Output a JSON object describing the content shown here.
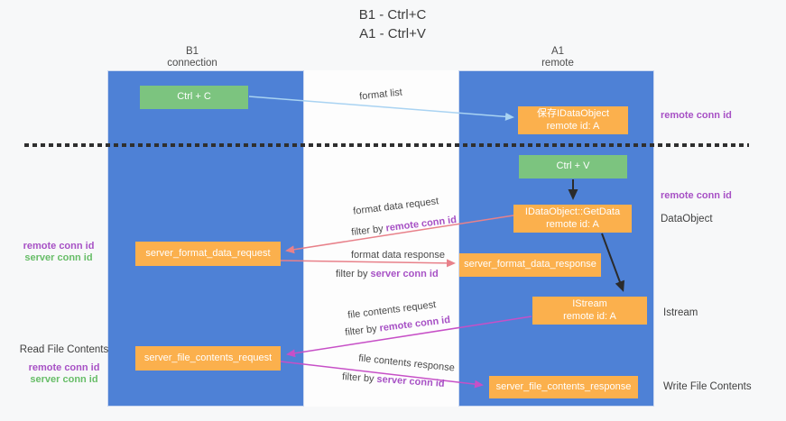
{
  "title": {
    "line1": "B1 - Ctrl+C",
    "line2": "A1 - Ctrl+V"
  },
  "columns": {
    "left": {
      "name": "B1",
      "role": "connection"
    },
    "right": {
      "name": "A1",
      "role": "remote"
    }
  },
  "nodes": {
    "ctrl_c": {
      "label": "Ctrl + C"
    },
    "stored_dataobject": {
      "line1": "保存IDataObject",
      "line2": "remote id: A"
    },
    "ctrl_v": {
      "label": "Ctrl + V"
    },
    "getdata": {
      "line1": "IDataObject::GetData",
      "line2": "remote id: A"
    },
    "format_request": {
      "label": "server_format_data_request"
    },
    "format_response": {
      "label": "server_format_data_response"
    },
    "istream": {
      "line1": "IStream",
      "line2": "remote id: A"
    },
    "file_request": {
      "label": "server_file_contents_request"
    },
    "file_response": {
      "label": "server_file_contents_response"
    }
  },
  "edges": {
    "format_list": "format list",
    "format_data_request": "format data request",
    "format_data_response": "format data response",
    "file_contents_request": "file contents request",
    "file_contents_response": "file contents response",
    "filter_by": "filter by",
    "remote_conn_id": "remote conn id",
    "server_conn_id": "server conn id"
  },
  "annotations": {
    "right_remote_conn_id_top": "remote conn id",
    "right_remote_conn_id_mid": "remote conn id",
    "dataobject": "DataObject",
    "istream": "Istream",
    "write_file_contents": "Write File Contents",
    "left_remote_conn_id_top": "remote conn id",
    "left_server_conn_id_top": "server conn id",
    "read_file_contents": "Read File Contents",
    "left_remote_conn_id_bottom": "remote conn id",
    "left_server_conn_id_bottom": "server conn id"
  },
  "colors": {
    "lifeline_blue": "#4e81d6",
    "action_green": "#7cc47f",
    "message_orange": "#fbb04d",
    "arrow_blue": "#a9d3f2",
    "arrow_red": "#e8818a",
    "arrow_magenta": "#c750c7",
    "arrow_black": "#2b2b2b",
    "conn_id_purple": "#a751c5",
    "conn_id_green": "#67bd68"
  }
}
